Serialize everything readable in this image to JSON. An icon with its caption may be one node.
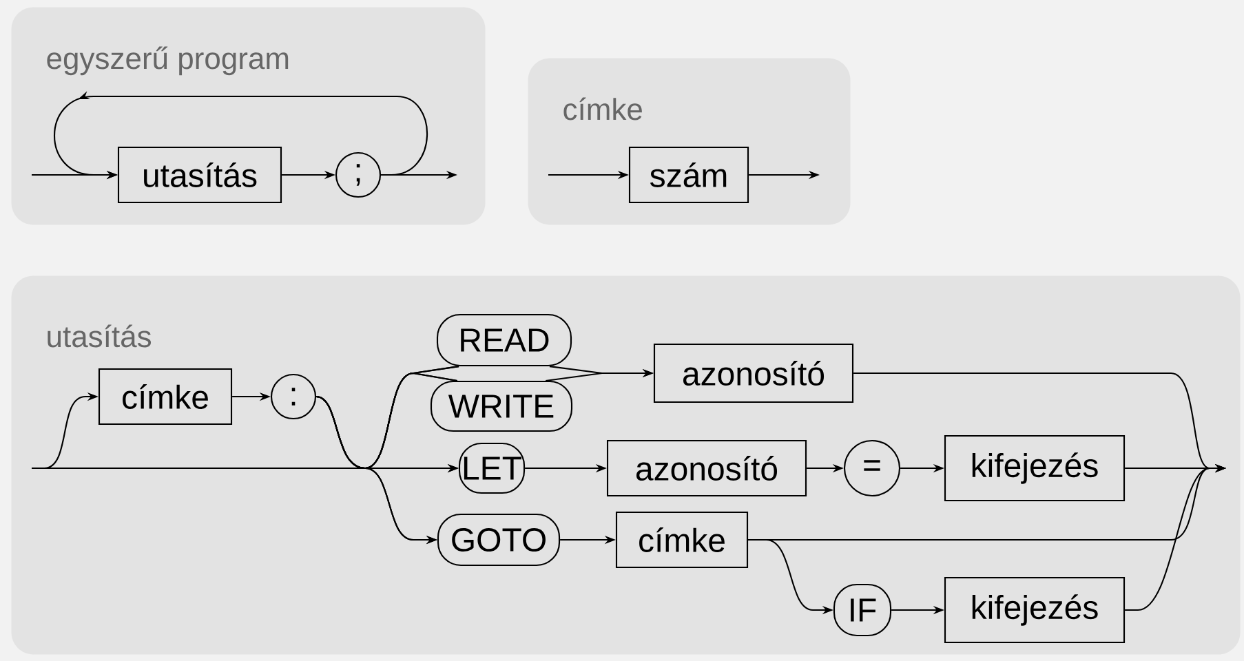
{
  "diagram": {
    "nodes": [
      {
        "text": [
          "egyszerű program"
        ]
      },
      {
        "text": [
          "utasítás"
        ],
        "in": 0
      },
      {
        "text": [
          ";"
        ],
        "in": 0
      },
      {
        "text": [
          "címke"
        ]
      },
      {
        "text": [
          "szám"
        ],
        "in": 3
      },
      {
        "text": [
          "utasítás"
        ]
      },
      {
        "text": [
          "címke"
        ],
        "in": 5
      },
      {
        "text": [
          ":"
        ],
        "in": 5
      },
      {
        "text": [
          "READ"
        ],
        "in": 5
      },
      {
        "text": [
          "WRITE"
        ],
        "in": 5
      },
      {
        "text": [
          "azonosító"
        ],
        "in": 5
      },
      {
        "text": [
          "LET"
        ],
        "in": 5
      },
      {
        "text": [
          "azonosító"
        ],
        "in": 5
      },
      {
        "text": [
          "="
        ],
        "in": 5
      },
      {
        "text": [
          "kifejezés"
        ],
        "in": 5
      },
      {
        "text": [
          "GOTO"
        ],
        "in": 5
      },
      {
        "text": [
          "címke"
        ],
        "in": 5
      },
      {
        "text": [
          "IF"
        ],
        "in": 5
      },
      {
        "text": [
          "kifejezés"
        ],
        "in": 5
      }
    ],
    "edges": [
      {
        "from": null,
        "to": 1,
        "arrow": "to"
      },
      {
        "from": 1,
        "to": 2,
        "arrow": "to"
      },
      {
        "from": 2,
        "to": null,
        "arrow": "to"
      },
      {
        "from": 2,
        "to": 1,
        "arrow": "to"
      },
      {
        "from": null,
        "to": 4,
        "arrow": "to"
      },
      {
        "from": 4,
        "to": null,
        "arrow": "to"
      },
      {
        "from": null,
        "to": 6,
        "arrow": "to"
      },
      {
        "from": 6,
        "to": 7,
        "arrow": "to"
      },
      {
        "from": null,
        "to": 8,
        "arrow": "none"
      },
      {
        "from": null,
        "to": 9,
        "arrow": "none"
      },
      {
        "from": null,
        "to": 11,
        "arrow": "to"
      },
      {
        "from": null,
        "to": 15,
        "arrow": "to"
      },
      {
        "from": 7,
        "to": 8,
        "arrow": "none"
      },
      {
        "from": 7,
        "to": 9,
        "arrow": "none"
      },
      {
        "from": 7,
        "to": 11,
        "arrow": "to"
      },
      {
        "from": 7,
        "to": 15,
        "arrow": "to"
      },
      {
        "from": 8,
        "to": 10,
        "arrow": "to"
      },
      {
        "from": 9,
        "to": 10,
        "arrow": "to"
      },
      {
        "from": 10,
        "to": null,
        "arrow": "to"
      },
      {
        "from": 11,
        "to": 12,
        "arrow": "to"
      },
      {
        "from": 12,
        "to": 13,
        "arrow": "to"
      },
      {
        "from": 13,
        "to": 14,
        "arrow": "to"
      },
      {
        "from": 14,
        "to": null,
        "arrow": "to"
      },
      {
        "from": 15,
        "to": 16,
        "arrow": "to"
      },
      {
        "from": 16,
        "to": null,
        "arrow": "to"
      },
      {
        "from": 16,
        "to": 17,
        "arrow": "to"
      },
      {
        "from": 17,
        "to": 18,
        "arrow": "to"
      },
      {
        "from": 18,
        "to": null,
        "arrow": "to"
      }
    ]
  }
}
